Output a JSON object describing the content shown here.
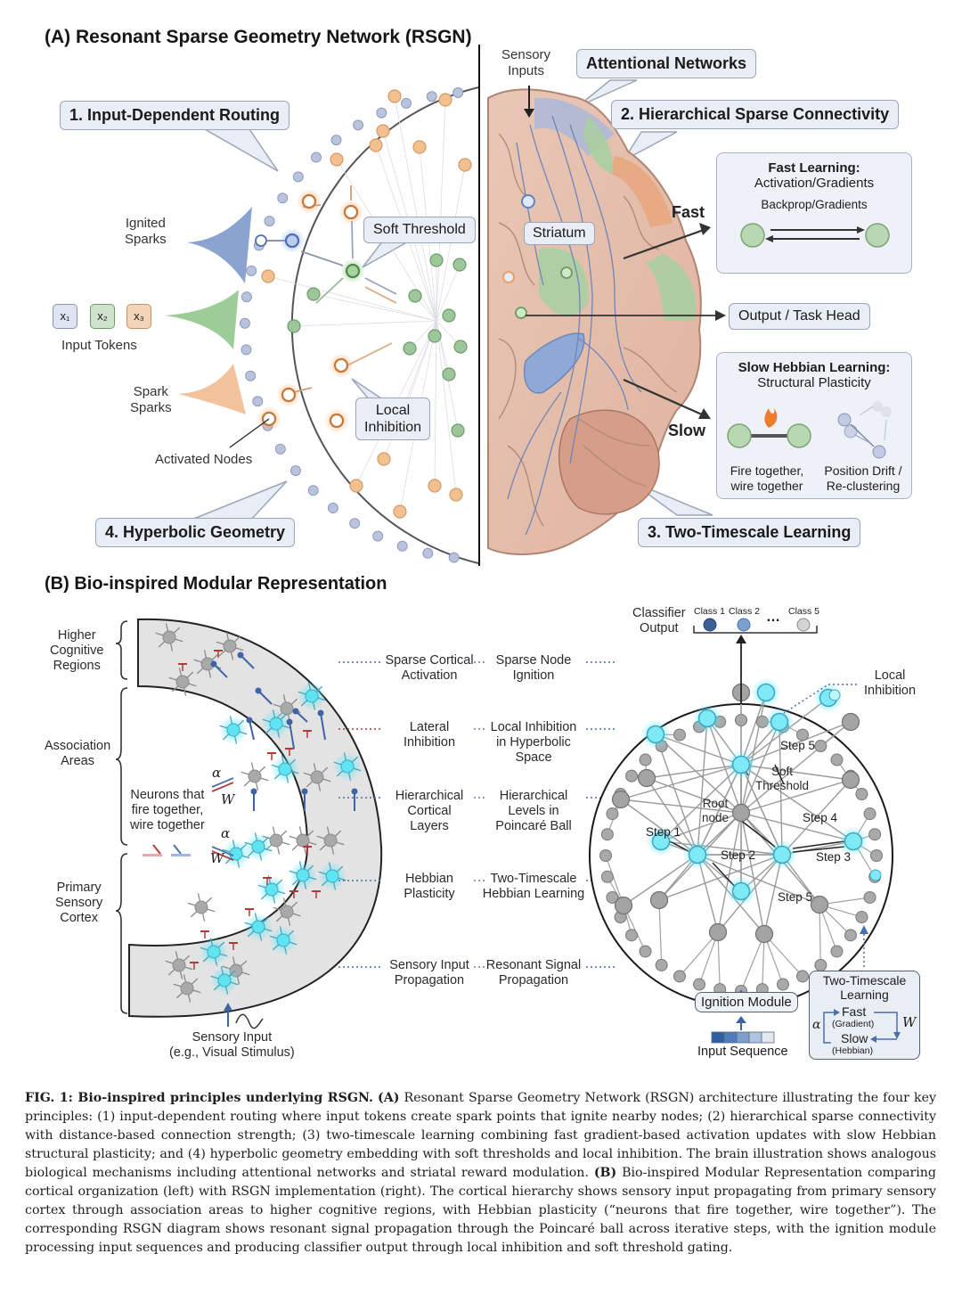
{
  "panel_a": {
    "title": "(A) Resonant Sparse Geometry Network (RSGN)",
    "callouts": {
      "routing": "1. Input-Dependent Routing",
      "hierarchical": "2. Hierarchical Sparse Connectivity",
      "two_timescale": "3. Two-Timescale Learning",
      "hyperbolic": "4. Hyperbolic Geometry",
      "attentional": "Attentional Networks",
      "soft_threshold": "Soft Threshold",
      "local_inhibition_line1": "Local",
      "local_inhibition_line2": "Inhibition",
      "striatum": "Striatum",
      "output_head": "Output / Task Head"
    },
    "labels": {
      "ignited_line1": "Ignited",
      "ignited_line2": "Sparks",
      "spark_line1": "Spark",
      "spark_line2": "Sparks",
      "input_tokens": "Input Tokens",
      "activated_nodes": "Activated Nodes",
      "sensory_line1": "Sensory",
      "sensory_line2": "Inputs",
      "fast": "Fast",
      "slow": "Slow"
    },
    "tokens": [
      {
        "label": "x₁",
        "color": "#dfe4f2",
        "border": "#8c93b0"
      },
      {
        "label": "x₂",
        "color": "#cfe3cc",
        "border": "#6e9a6a"
      },
      {
        "label": "x₃",
        "color": "#f4d4b8",
        "border": "#c99068"
      }
    ],
    "fast_box": {
      "heading": "Fast Learning:",
      "subheading": "Activation/Gradients",
      "arrow_label": "Backprop/Gradients"
    },
    "slow_box": {
      "heading": "Slow Hebbian Learning:",
      "subheading": "Structural Plasticity",
      "left_line1": "Fire together,",
      "left_line2": "wire together",
      "right_line1": "Position Drift /",
      "right_line2": "Re-clustering"
    },
    "colors": {
      "blue_node": "#b9c3de",
      "green_node": "#9dc79a",
      "orange_node": "#f3c08f",
      "callout_fill": "#e9eef6",
      "brain_pink": "#e8c1b0",
      "brain_green": "#a9cfa0",
      "brain_blue": "#9fb6d8"
    }
  },
  "panel_b": {
    "title": "(B) Bio-inspired Modular Representation",
    "regions": [
      {
        "line1": "Higher",
        "line2": "Cognitive",
        "line3": "Regions"
      },
      {
        "line1": "Association",
        "line2": "Areas"
      },
      {
        "line1": "Primary",
        "line2": "Sensory",
        "line3": "Cortex"
      }
    ],
    "hebb_note": {
      "line1": "Neurons that",
      "line2": "fire together,",
      "line3": "wire together",
      "alpha": "α",
      "w": "W"
    },
    "sensory_input": {
      "line1": "Sensory Input",
      "line2": "(e.g., Visual Stimulus)"
    },
    "mappings": [
      {
        "bio1": "Sparse Cortical",
        "bio2": "Activation",
        "rsgn1": "Sparse Node",
        "rsgn2": "Ignition",
        "rsgn3": ""
      },
      {
        "bio1": "Lateral",
        "bio2": "Inhibition",
        "rsgn1": "Local Inhibition",
        "rsgn2": "in Hyperbolic",
        "rsgn3": "Space"
      },
      {
        "bio1": "Hierarchical",
        "bio2": "Cortical",
        "bio3": "Layers",
        "rsgn1": "Hierarchical",
        "rsgn2": "Levels in",
        "rsgn3": "Poincaré Ball"
      },
      {
        "bio1": "Hebbian",
        "bio2": "Plasticity",
        "rsgn1": "Two-Timescale",
        "rsgn2": "Hebbian Learning",
        "rsgn3": ""
      },
      {
        "bio1": "Sensory Input",
        "bio2": "Propagation",
        "rsgn1": "Resonant Signal",
        "rsgn2": "Propagation",
        "rsgn3": ""
      }
    ],
    "classifier": {
      "label_line1": "Classifier",
      "label_line2": "Output",
      "classes": [
        "Class 1",
        "Class 2",
        "Class 5"
      ],
      "ellipsis": "…",
      "class_colors": [
        "#3c5f9a",
        "#7c9fd0",
        "#d3d3d3"
      ]
    },
    "graph_labels": {
      "local_inhibition_line1": "Local",
      "local_inhibition_line2": "Inhibition",
      "soft_threshold_line1": "Soft",
      "soft_threshold_line2": "Threshold",
      "root_line1": "Root",
      "root_line2": "node",
      "step1": "Step 1",
      "step2": "Step 2",
      "step3": "Step 3",
      "step4": "Step 4",
      "step5a": "Step 5",
      "step5b": "Step 5"
    },
    "ignition_module": "Ignition Module",
    "input_sequence": "Input Sequence",
    "input_sequence_colors": [
      "#2f5f9e",
      "#4f7db8",
      "#7d9fcc",
      "#aec3e0",
      "#e3e8ef"
    ],
    "two_timescale_box": {
      "line1": "Two-Timescale",
      "line2": "Learning",
      "fast": "Fast",
      "fast_sub": "(Gradient)",
      "slow": "Slow",
      "slow_sub": "(Hebbian)",
      "alpha": "α",
      "w": "W"
    }
  },
  "caption": {
    "fig_label": "FIG. 1: Bio-inspired principles underlying RSGN.",
    "a_tag": "(A)",
    "a_text": "Resonant Sparse Geometry Network (RSGN) architecture illustrating the four key principles: (1) input-dependent routing where input tokens create spark points that ignite nearby nodes; (2) hierarchical sparse connectivity with distance-based connection strength; (3) two-timescale learning combining fast gradient-based activation updates with slow Hebbian structural plasticity; and (4) hyperbolic geometry embedding with soft thresholds and local inhibition. The brain illustration shows analogous biological mechanisms including attentional networks and striatal reward modulation.",
    "b_tag": "(B)",
    "b_text": "Bio-inspired Modular Representation comparing cortical organization (left) with RSGN implementation (right). The cortical hierarchy shows sensory input propagating from primary sensory cortex through association areas to higher cognitive regions, with Hebbian plasticity (“neurons that fire together, wire together”). The corresponding RSGN diagram shows resonant signal propagation through the Poincaré ball across iterative steps, with the ignition module processing input sequences and producing classifier output through local inhibition and soft threshold gating."
  }
}
